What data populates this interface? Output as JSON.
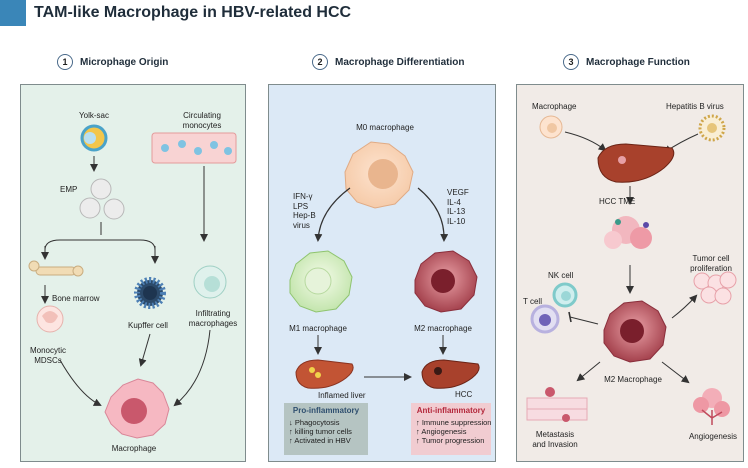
{
  "title": "TAM-like Macrophage in HBV-related HCC",
  "colors": {
    "accent": "#3a86b8",
    "panel1": "#e4f1ea",
    "panel2": "#dce9f6",
    "panel3": "#f1ebe7",
    "pro_box": "#b5c4c2",
    "anti_box": "#f1ccd1"
  },
  "sections": [
    {
      "number": "1",
      "label": "Microphage Origin"
    },
    {
      "number": "2",
      "label": "Macrophage Differentiation"
    },
    {
      "number": "3",
      "label": "Macrophage Function"
    }
  ],
  "panel1": {
    "yolk_sac": "Yolk-sac",
    "circulating": "Circulating\nmonocytes",
    "emp": "EMP",
    "bone_marrow": "Bone marrow",
    "kupffer": "Kupffer cell",
    "infiltrating": "Infiltrating\nmacrophages",
    "monocytic": "Monocytic\nMDSCs",
    "macrophage": "Macrophage"
  },
  "panel2": {
    "m0": "M0 macrophage",
    "left_stimuli": "IFN-γ\nLPS\nHep-B\nvirus",
    "right_stimuli": "VEGF\nIL-4\nIL-13\nIL-10",
    "m1": "M1 macrophage",
    "m2": "M2 macrophage",
    "inflamed_liver": "Inflamed liver",
    "hcc": "HCC",
    "pro_title": "Pro-inflammatory",
    "pro_items": [
      "↓ Phagocytosis",
      "↑ killing tumor cells",
      "↑ Activated in HBV"
    ],
    "anti_title": "Anti-inflammatory",
    "anti_items": [
      "↑ Immune suppression",
      "↑ Angiogenesis",
      "↑ Tumor progression"
    ]
  },
  "panel3": {
    "macrophage": "Macrophage",
    "hbv": "Hepatitis B virus",
    "hcc_tme": "HCC TME",
    "nk_cell": "NK cell",
    "t_cell": "T cell",
    "tumor_prolif": "Tumor cell\nproliferation",
    "m2": "M2 Macrophage",
    "metastasis": "Metastasis\nand Invasion",
    "angiogenesis": "Angiogenesis"
  }
}
